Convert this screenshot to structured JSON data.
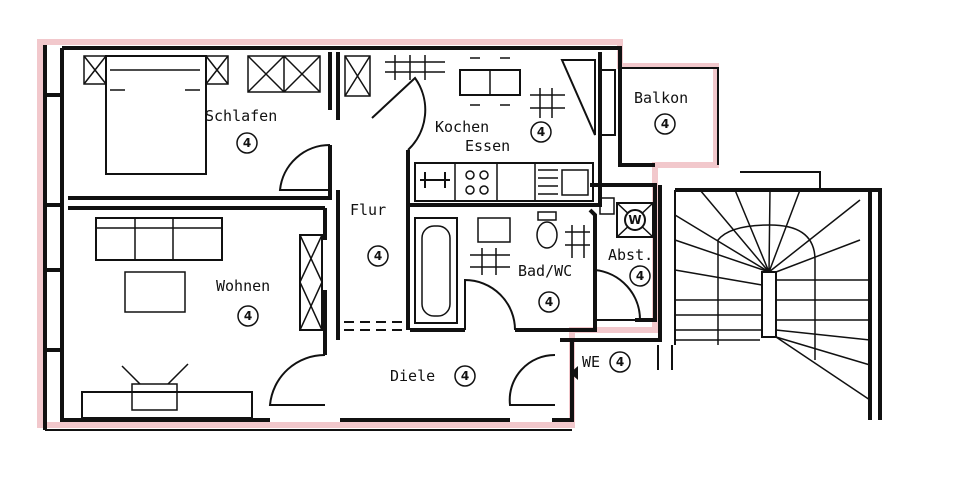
{
  "rooms": {
    "schlafen": {
      "label": "Schlafen",
      "number": "4"
    },
    "kochen": {
      "label": "Kochen",
      "label2": "Essen",
      "number": "4"
    },
    "balkon": {
      "label": "Balkon",
      "number": "4"
    },
    "flur": {
      "label": "Flur",
      "number": "4"
    },
    "wohnen": {
      "label": "Wohnen",
      "number": "4"
    },
    "bad": {
      "label": "Bad/WC",
      "number": "4"
    },
    "abst": {
      "label": "Abst.",
      "number": "4"
    },
    "diele": {
      "label": "Diele",
      "number": "4"
    },
    "we": {
      "label": "WE",
      "number": "4"
    }
  },
  "washer_symbol": "W",
  "colors": {
    "lines": "#111111",
    "highlight": "#f2c8cc"
  }
}
